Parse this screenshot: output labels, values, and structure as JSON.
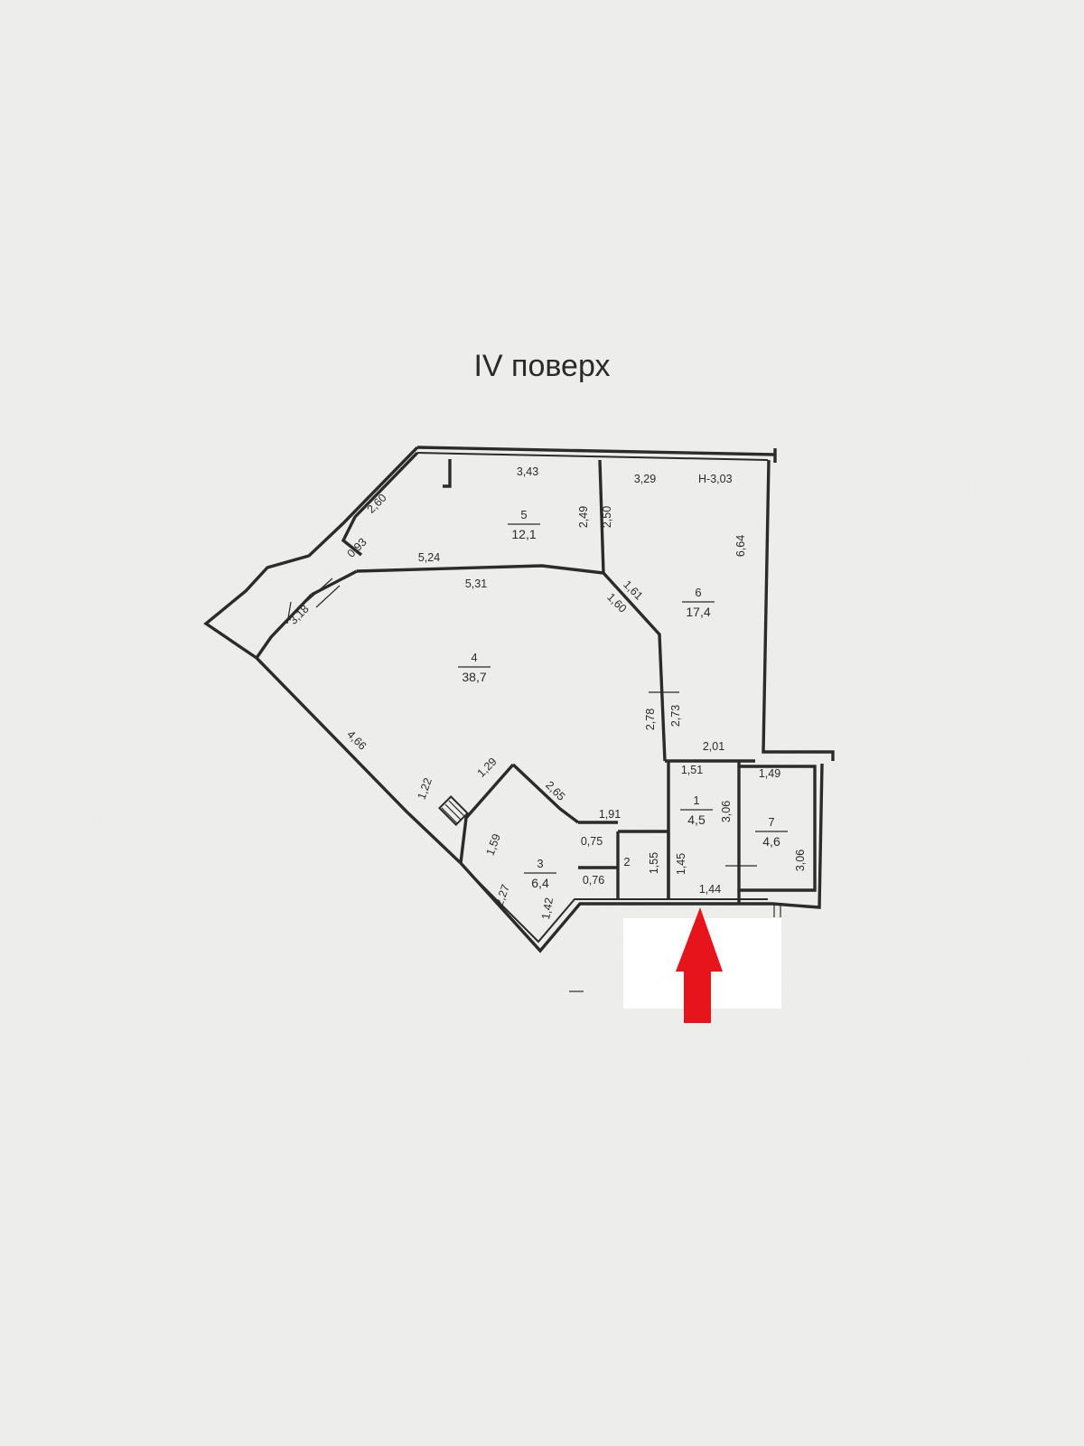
{
  "title": "IV поверх",
  "rooms": [
    {
      "number": "1",
      "area": "4,5"
    },
    {
      "number": "2",
      "area": ""
    },
    {
      "number": "3",
      "area": "6,4"
    },
    {
      "number": "4",
      "area": "38,7"
    },
    {
      "number": "5",
      "area": "12,1"
    },
    {
      "number": "6",
      "area": "17,4"
    },
    {
      "number": "7",
      "area": "4,6"
    }
  ],
  "ceiling_height": "H-3,03",
  "dimensions": {
    "d_3_43": "3,43",
    "d_3_29": "3,29",
    "d_2_49": "2,49",
    "d_2_50": "2,50",
    "d_6_64": "6,64",
    "d_5_24": "5,24",
    "d_5_31": "5,31",
    "d_1_61": "1,61",
    "d_1_60": "1,60",
    "d_2_60": "2,60",
    "d_0_93": "0,93",
    "d_3_18": "3,18",
    "d_4_66": "4,66",
    "d_1_22": "1,22",
    "d_1_29": "1,29",
    "d_2_65": "2,65",
    "d_1_91": "1,91",
    "d_2_78": "2,78",
    "d_2_73": "2,73",
    "d_2_01": "2,01",
    "d_1_51": "1,51",
    "d_1_49": "1,49",
    "d_3_06_a": "3,06",
    "d_3_06_b": "3,06",
    "d_0_75": "0,75",
    "d_1_55": "1,55",
    "d_1_45": "1,45",
    "d_1_44": "1,44",
    "d_0_76": "0,76",
    "d_1_59": "1,59",
    "d_2_27": "2,27",
    "d_1_42": "1,42"
  },
  "colors": {
    "paper": "#f1f1ef",
    "lines": "#2b2b2b",
    "arrow": "#e8141c",
    "highlight": "#ffffff"
  }
}
